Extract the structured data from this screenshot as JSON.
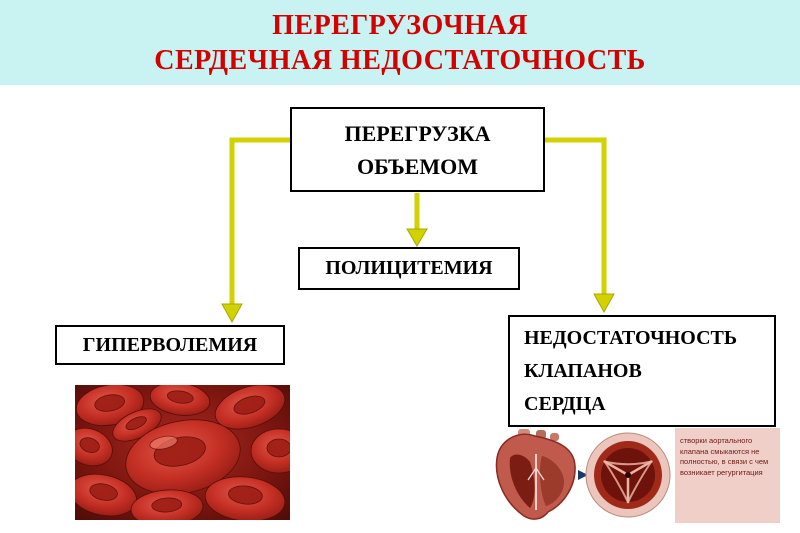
{
  "title": {
    "line1": "ПЕРЕГРУЗОЧНАЯ",
    "line2": "СЕРДЕЧНАЯ НЕДОСТАТОЧНОСТЬ"
  },
  "flowchart": {
    "root": {
      "lines": [
        "ПЕРЕГРУЗКА",
        "ОБЪЕМОМ"
      ]
    },
    "children": [
      {
        "label": "ГИПЕРВОЛЕМИЯ"
      },
      {
        "label": "ПОЛИЦИТЕМИЯ"
      },
      {
        "lines": [
          "НЕДОСТАТОЧНОСТЬ",
          "КЛАПАНОВ",
          "СЕРДЦА"
        ]
      }
    ]
  },
  "images": {
    "heart_caption": "створки аортального клапана смыкаются не полностью, в связи с чем возникает регургитация"
  },
  "colors": {
    "title_bg": "#c9f2f2",
    "title_text": "#d40000",
    "arrow": "#d2d200",
    "arrow_edge": "#a8a800",
    "box_border": "#000000"
  }
}
